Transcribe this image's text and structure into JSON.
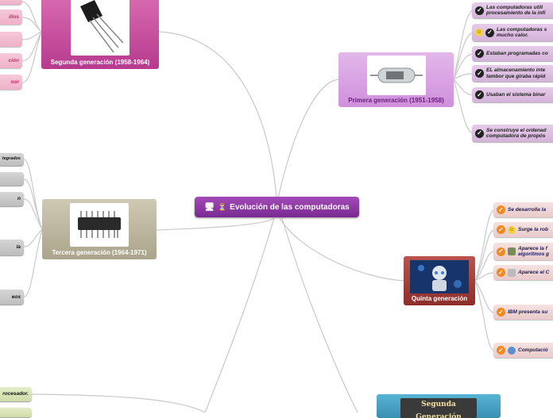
{
  "central": {
    "title": "Evolución de las computadoras"
  },
  "nodes": {
    "primera": {
      "caption": "Primera generación (1951-1958)"
    },
    "segunda": {
      "caption": "Segunda generación (1958-1964)"
    },
    "tercera": {
      "caption": "Tercera generación (1964-1971)"
    },
    "quinta": {
      "caption": "Quinta generación"
    },
    "segunda_img": {
      "caption": "Segunda Generación"
    }
  },
  "primera_items": [
    "Las computadoras utili\nprocesamiento de la infi",
    "Las computadoras s\nmucho calor.",
    "Estaban programadas co",
    "EL almacenamiento inte\ntambor que giraba rápid",
    "Usaban el sistema binar",
    "Se construye el ordenad\ncomputadora de propós"
  ],
  "quinta_items": [
    "Se desarrolla la",
    "Surge la rob",
    "Aparece la f\nalgoritmos g",
    "Aparece el C",
    "IBM presenta su",
    "Computació"
  ],
  "segunda_items": [
    "",
    "illos",
    "",
    "ción",
    "nor"
  ],
  "tercera_items": [
    "tegrados",
    "",
    "n",
    "la",
    "eos"
  ],
  "bottom_items": [
    "rocesador.",
    ""
  ]
}
